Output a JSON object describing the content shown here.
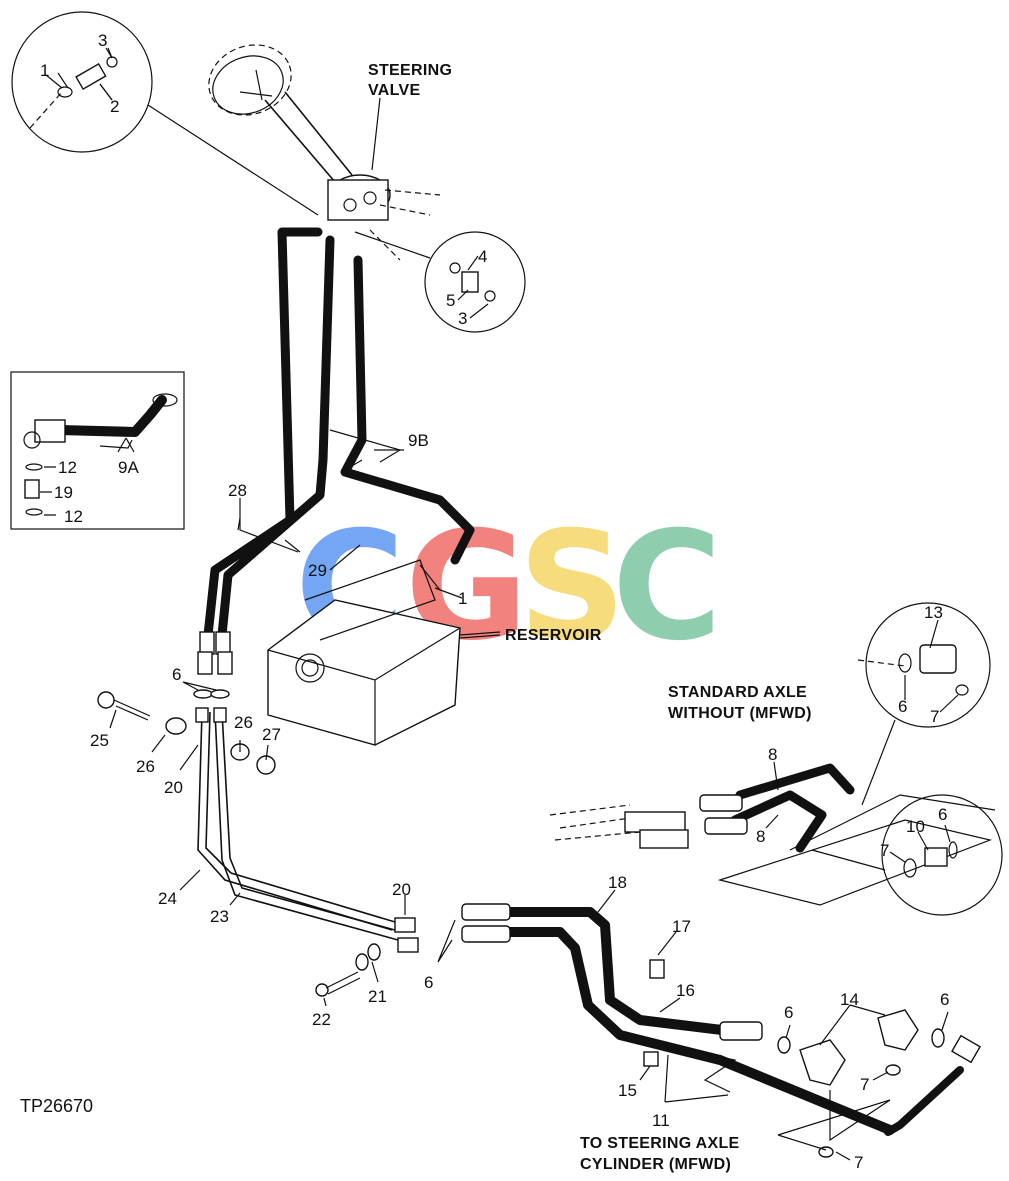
{
  "labels": {
    "steering_valve_line1": "STEERING",
    "steering_valve_line2": "VALVE",
    "reservoir": "RESERVOIR",
    "standard_axle_line1": "STANDARD AXLE",
    "standard_axle_line2": "WITHOUT (MFWD)",
    "to_steering_line1": "TO STEERING AXLE",
    "to_steering_line2": "CYLINDER (MFWD)",
    "doc_code": "TP26670"
  },
  "watermark": {
    "letters": [
      "C",
      "G",
      "S",
      "C"
    ],
    "colors": [
      "#4f8ef0",
      "#ef5f5a",
      "#f6d35a",
      "#6fbf98"
    ]
  },
  "callouts": {
    "c1a": "1",
    "c2": "2",
    "c3a": "3",
    "c4": "4",
    "c5": "5",
    "c3b": "3",
    "c9b": "9B",
    "c9a": "9A",
    "c12a": "12",
    "c19": "19",
    "c12b": "12",
    "c28": "28",
    "c29": "29",
    "c1b": "1",
    "c6a": "6",
    "c25": "25",
    "c26a": "26",
    "c26b": "26",
    "c27": "27",
    "c20a": "20",
    "c24": "24",
    "c23": "23",
    "c20b": "20",
    "c6b": "6",
    "c21": "21",
    "c22": "22",
    "c18": "18",
    "c17": "17",
    "c16": "16",
    "c15": "15",
    "c11": "11",
    "c14": "14",
    "c6c": "6",
    "c6d": "6",
    "c7a": "7",
    "c7b": "7",
    "c13": "13",
    "c6e": "6",
    "c7c": "7",
    "c8a": "8",
    "c8b": "8",
    "c10": "10",
    "c6f": "6",
    "c7d": "7"
  }
}
